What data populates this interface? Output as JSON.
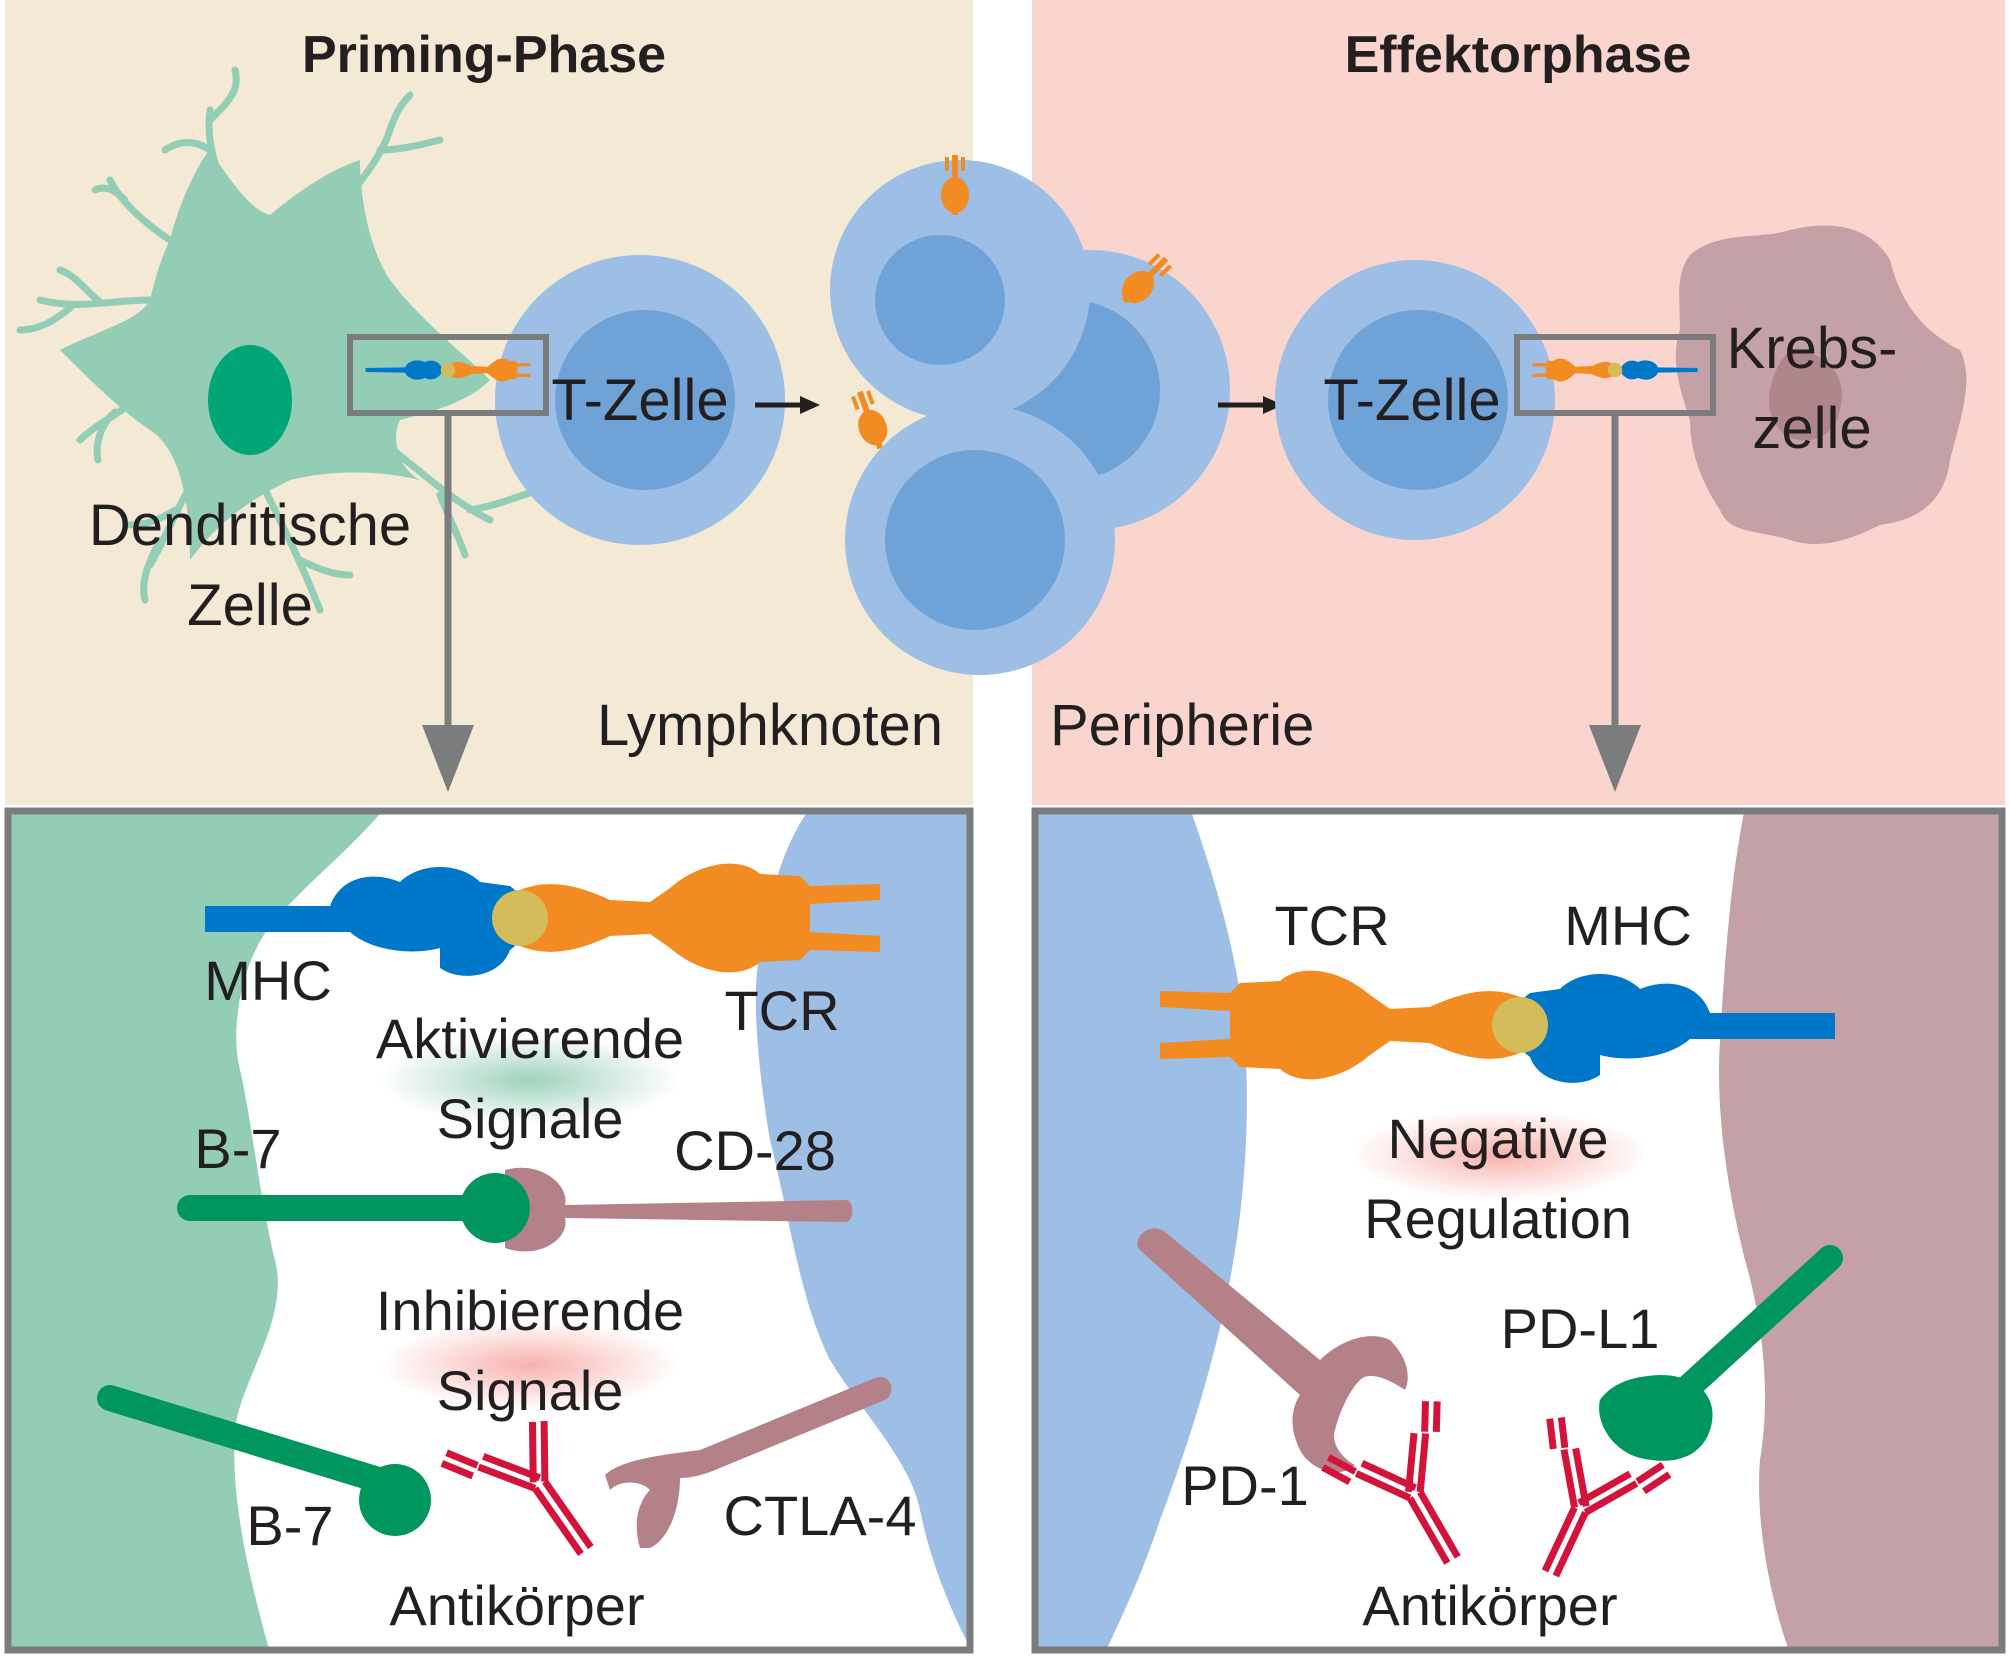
{
  "top": {
    "left_title": "Priming-Phase",
    "right_title": "Effektorphase",
    "dendritic_line1": "Dendritische",
    "dendritic_line2": "Zelle",
    "tcell_left": "T-Zelle",
    "tcell_right": "T-Zelle",
    "cancer_line1": "Krebs-",
    "cancer_line2": "zelle",
    "lymph": "Lymphknoten",
    "periphery": "Peripherie"
  },
  "left_panel": {
    "mhc": "MHC",
    "tcr": "TCR",
    "activating_line1": "Aktivierende",
    "activating_line2": "Signale",
    "b7_top": "B-7",
    "cd28": "CD-28",
    "inhibiting_line1": "Inhibierende",
    "inhibiting_line2": "Signale",
    "b7_bottom": "B-7",
    "ctla4": "CTLA-4",
    "antibody": "Antikörper"
  },
  "right_panel": {
    "tcr": "TCR",
    "mhc": "MHC",
    "negative_line1": "Negative",
    "negative_line2": "Regulation",
    "pdl1": "PD-L1",
    "pd1": "PD-1",
    "antibody": "Antikörper"
  },
  "colors": {
    "priming_bg": "#f3e9d5",
    "effector_bg": "#f9d5ce",
    "dendritic": "#93cdb5",
    "dendritic_nucleus": "#00a676",
    "tcell": "#9dbee5",
    "tcell_nucleus": "#6fa3d8",
    "cancer": "#c4a1a6",
    "mhc_blue": "#0077c8",
    "tcr_orange": "#f28b22",
    "peptide": "#d4bc5a",
    "b7_green": "#00965e",
    "mauve": "#b58189",
    "antibody_red": "#d2143a",
    "frame_gray": "#7b7c7e"
  }
}
